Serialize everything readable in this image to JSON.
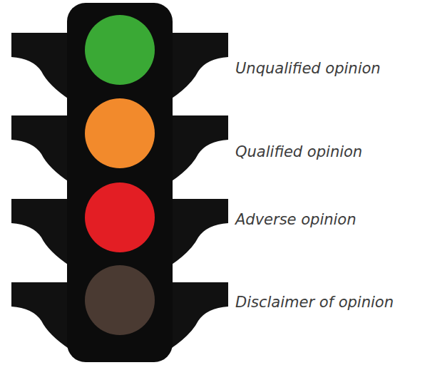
{
  "diagram": {
    "labels": [
      "Unqualified opinion",
      "Qualified opinion",
      "Adverse opinion",
      "Disclaimer of opinion"
    ]
  }
}
